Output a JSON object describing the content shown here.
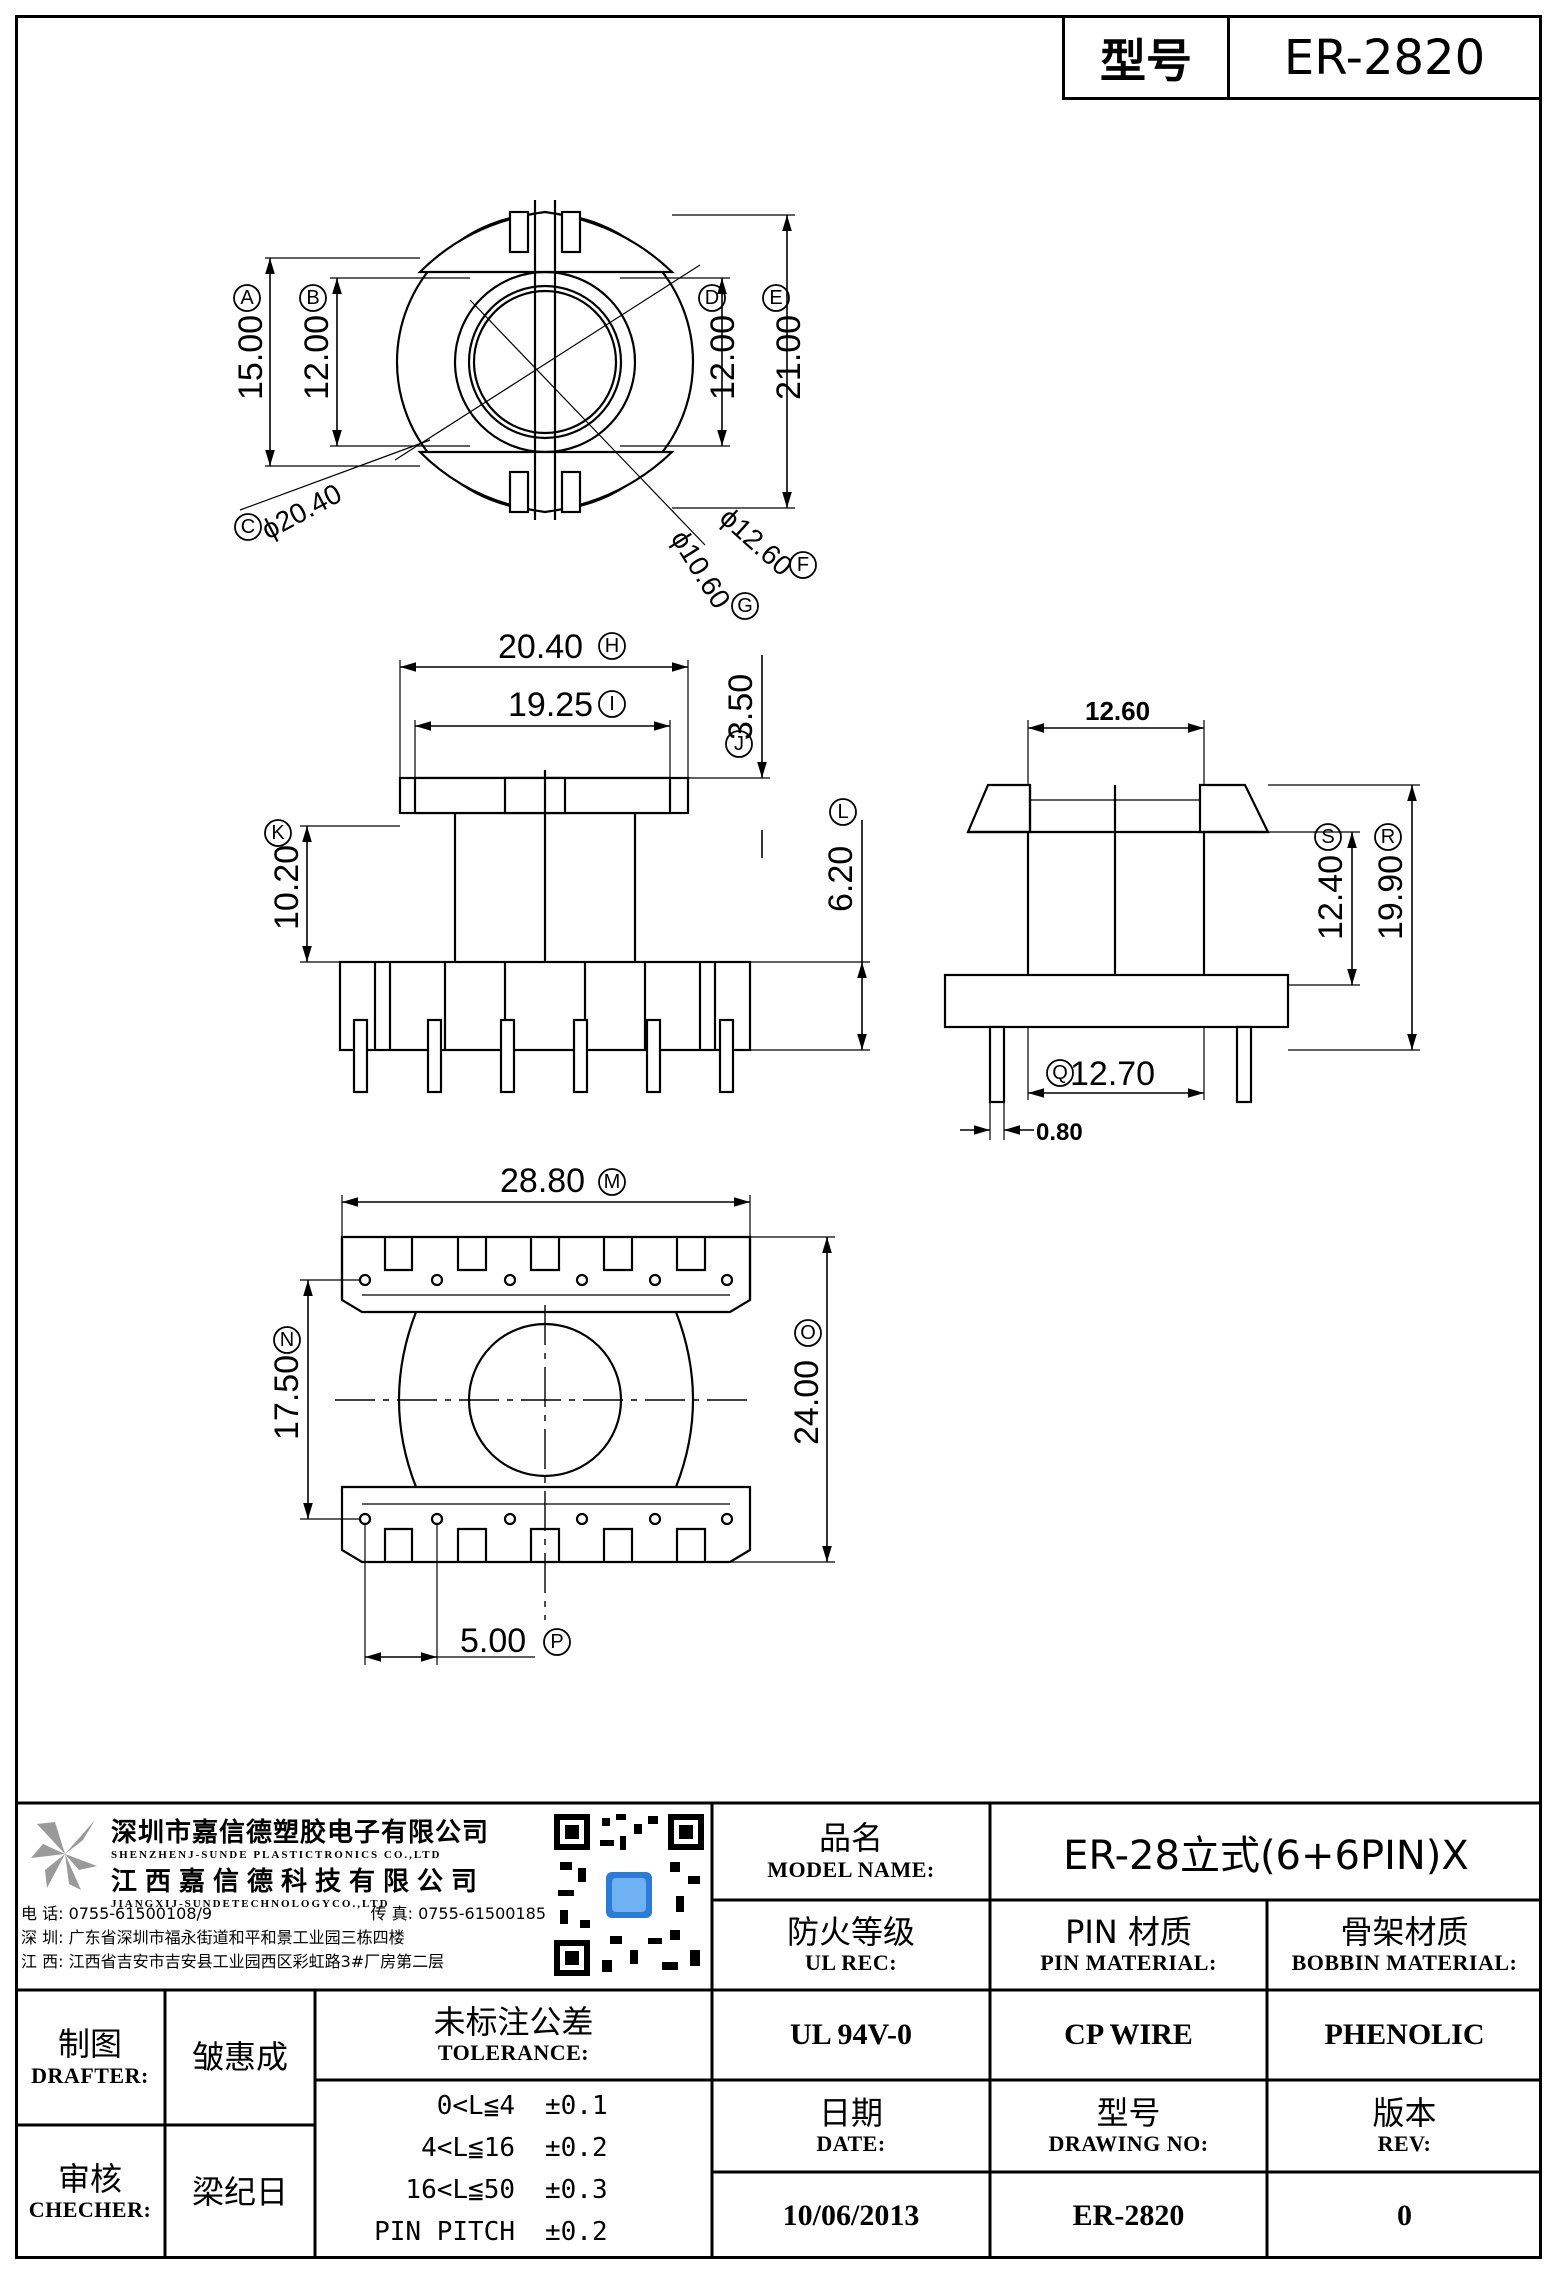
{
  "header": {
    "label": "型号",
    "model": "ER-2820"
  },
  "dimensions": {
    "top_view": {
      "A": "15.00",
      "B": "12.00",
      "C": "ϕ20.40",
      "D": "12.00",
      "E": "21.00",
      "F": "ϕ12.60",
      "G": "ϕ10.60",
      "labels": {
        "A": "A",
        "B": "B",
        "C": "C",
        "D": "D",
        "E": "E",
        "F": "F",
        "G": "G"
      }
    },
    "front_view": {
      "H": "20.40",
      "I": "19.25",
      "J": "3.50",
      "K": "10.20",
      "L": "6.20",
      "labels": {
        "H": "H",
        "I": "I",
        "J": "J",
        "K": "K",
        "L": "L"
      }
    },
    "side_view": {
      "top_width": "12.60",
      "S": "12.40",
      "R": "19.90",
      "Q": "12.70",
      "pin": "0.80",
      "labels": {
        "S": "S",
        "R": "R",
        "Q": "Q"
      }
    },
    "bottom_view": {
      "M": "28.80",
      "N": "17.50",
      "O": "24.00",
      "P": "5.00",
      "labels": {
        "M": "M",
        "N": "N",
        "O": "O",
        "P": "P"
      }
    }
  },
  "title_block": {
    "company_cn_1": "深圳市嘉信德塑胶电子有限公司",
    "company_en_1": "SHENZHENJ-SUNDE PLASTICTRONICS CO.,LTD",
    "company_cn_2": "江西嘉信德科技有限公司",
    "company_en_2": "JIANGXIJ-SUNDETECHNOLOGYCO.,LTD",
    "phone": "电 话: 0755-61500108/9",
    "fax": "传 真: 0755-61500185",
    "addr_sz": "深 圳: 广东省深圳市福永街道和平和景工业园三栋四楼",
    "addr_jx": "江 西: 江西省吉安市吉安县工业园西区彩虹路3#厂房第二层",
    "model_name_cn": "品名",
    "model_name_en": "MODEL NAME:",
    "model_name_value": "ER-28立式(6+6PIN)X",
    "ul_cn": "防火等级",
    "ul_en": "UL REC:",
    "ul_value": "UL 94V-0",
    "pin_cn": "PIN 材质",
    "pin_en": "PIN MATERIAL:",
    "pin_value": "CP WIRE",
    "bobbin_cn": "骨架材质",
    "bobbin_en": "BOBBIN MATERIAL:",
    "bobbin_value": "PHENOLIC",
    "drafter_cn": "制图",
    "drafter_en": "DRAFTER:",
    "drafter_value": "皱惠成",
    "checker_cn": "审核",
    "checker_en": "CHECHER:",
    "checker_value": "梁纪日",
    "tol_cn": "未标注公差",
    "tol_en": "TOLERANCE:",
    "tolerances": [
      {
        "range": "0<L≦4",
        "value": "±0.1"
      },
      {
        "range": "4<L≦16",
        "value": "±0.2"
      },
      {
        "range": "16<L≦50",
        "value": "±0.3"
      },
      {
        "range": "PIN PITCH",
        "value": "±0.2"
      }
    ],
    "date_cn": "日期",
    "date_en": "DATE:",
    "date_value": "10/06/2013",
    "drawing_cn": "型号",
    "drawing_en": "DRAWING NO:",
    "drawing_value": "ER-2820",
    "rev_cn": "版本",
    "rev_en": "REV:",
    "rev_value": "0"
  }
}
